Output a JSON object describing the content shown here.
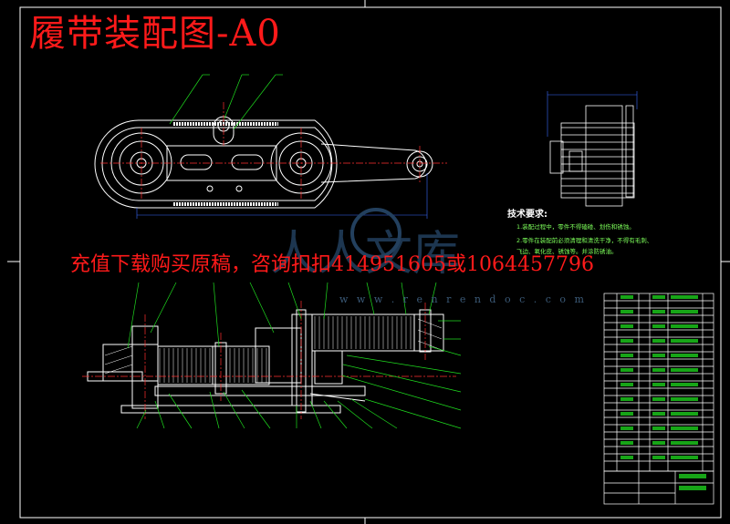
{
  "title": "履带装配图-A0",
  "promo_text": "充值下载购买原稿，咨询扣扣414951605或1064457796",
  "watermark": {
    "text": "人人文库",
    "url": "w w w . r e n r e n d o c . c o m"
  },
  "tech_requirements": {
    "heading": "技术要求:",
    "lines": [
      "1.装配过程中，零件不得磕碰、划伤和锈蚀。",
      "2.零件在装配前必须清理和清洗干净，不得有毛刺、",
      "  飞边、氧化皮、锈蚀等。并涂防锈油。"
    ]
  },
  "colors": {
    "background": "#000000",
    "outline": "#ffffff",
    "leader": "#1fdc1f",
    "title": "#ff1a1a",
    "centerline": "#ff3030",
    "dimension": "#3a6bff"
  }
}
